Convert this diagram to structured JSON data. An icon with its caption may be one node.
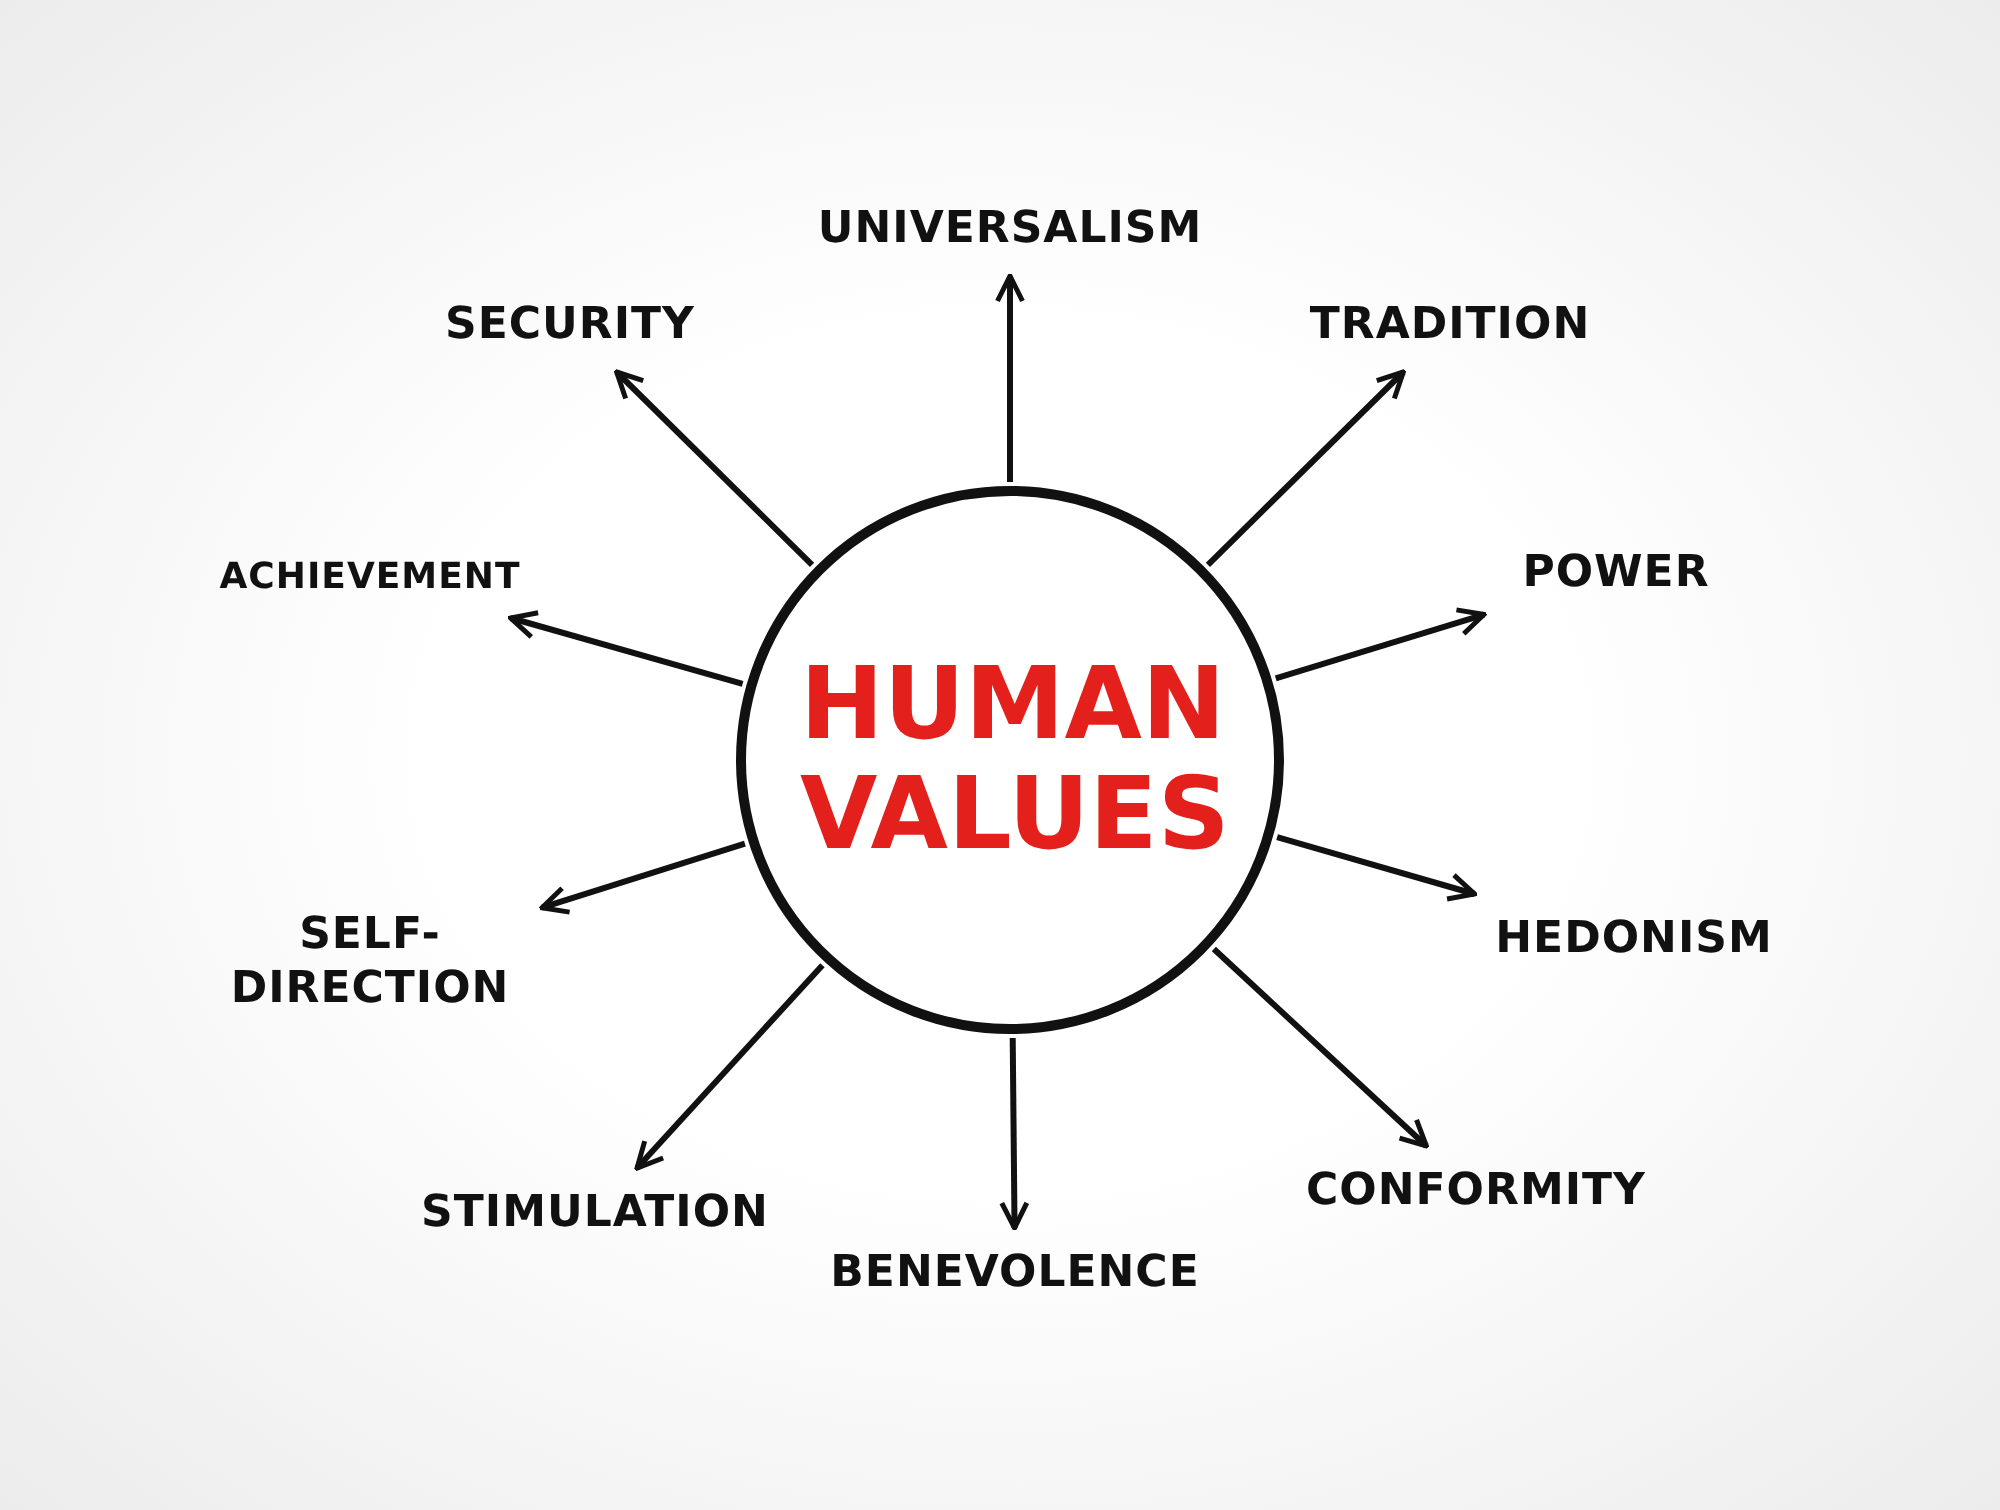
{
  "diagram": {
    "nodes": [
      {
        "text": [
          "HUMAN VALUES"
        ]
      },
      {
        "text": [
          "UNIVERSALISM"
        ]
      },
      {
        "text": [
          "TRADITION"
        ]
      },
      {
        "text": [
          "POWER"
        ]
      },
      {
        "text": [
          "HEDONISM"
        ]
      },
      {
        "text": [
          "CONFORMITY"
        ]
      },
      {
        "text": [
          "BENEVOLENCE"
        ]
      },
      {
        "text": [
          "STIMULATION"
        ]
      },
      {
        "text": [
          "SELF- DIRECTION"
        ]
      },
      {
        "text": [
          "ACHIEVEMENT"
        ]
      },
      {
        "text": [
          "SECURITY"
        ]
      }
    ],
    "edges": [
      {
        "from": 0,
        "to": 1,
        "arrow": "to"
      },
      {
        "from": 0,
        "to": 2,
        "arrow": "to"
      },
      {
        "from": 0,
        "to": 3,
        "arrow": "to"
      },
      {
        "from": 0,
        "to": 4,
        "arrow": "to"
      },
      {
        "from": 0,
        "to": 5,
        "arrow": "to"
      },
      {
        "from": 0,
        "to": 6,
        "arrow": "to"
      },
      {
        "from": 0,
        "to": 7,
        "arrow": "to"
      },
      {
        "from": 0,
        "to": 8,
        "arrow": "to"
      },
      {
        "from": 0,
        "to": 9,
        "arrow": "to"
      },
      {
        "from": 0,
        "to": 10,
        "arrow": "to"
      }
    ]
  }
}
